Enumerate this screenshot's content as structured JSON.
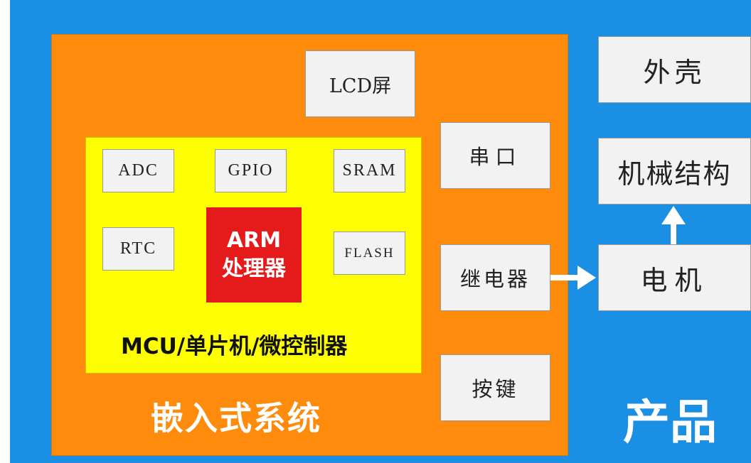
{
  "colors": {
    "product_background": "#1b8fe3",
    "embedded_background": "#fe8b0c",
    "mcu_background": "#ffff03",
    "arm_background": "#e51b1b",
    "box_background": "#f2f2f2",
    "arrow": "#ffffff"
  },
  "product": {
    "label": "产品",
    "components": {
      "shell": "外壳",
      "mechanical": "机械结构",
      "motor": "电机"
    }
  },
  "embedded": {
    "label": "嵌入式系统",
    "peripherals": {
      "lcd": "LCD屏",
      "serial": "串口",
      "relay": "继电器",
      "keys": "按键"
    }
  },
  "mcu": {
    "label": "MCU/单片机/微控制器",
    "modules": {
      "adc": "ADC",
      "gpio": "GPIO",
      "sram": "SRAM",
      "rtc": "RTC",
      "flash": "FLASH"
    },
    "core": {
      "line1": "ARM",
      "line2": "处理器"
    }
  },
  "icons": {
    "relay_to_motor": "arrow-right-icon",
    "motor_to_mechanical": "arrow-up-icon"
  }
}
